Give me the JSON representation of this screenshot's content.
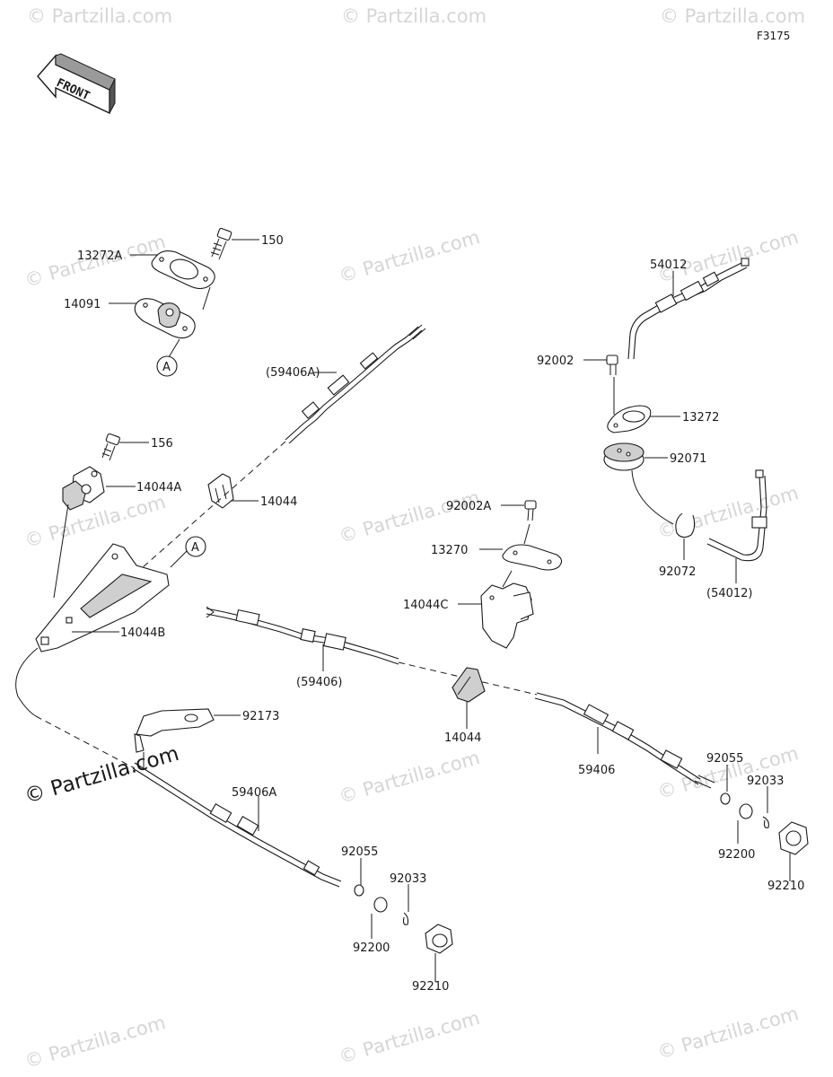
{
  "figure_code": "F3175",
  "front_label": "FRONT",
  "watermark": "© Partzilla.com",
  "callouts": {
    "ref_a_top": "A",
    "ref_a_bracket": "A"
  },
  "parts": {
    "p150": "150",
    "p13272A": "13272A",
    "p14091": "14091",
    "p59406A_paren": "(59406A)",
    "p156": "156",
    "p14044A": "14044A",
    "p14044_top": "14044",
    "p14044B": "14044B",
    "p54012": "54012",
    "p92002": "92002",
    "p13272": "13272",
    "p92071": "92071",
    "p92072": "92072",
    "p54012_paren": "(54012)",
    "p92002A": "92002A",
    "p13270": "13270",
    "p14044C": "14044C",
    "p59406_paren": "(59406)",
    "p14044_mid": "14044",
    "p59406": "59406",
    "p92173": "92173",
    "p59406A": "59406A",
    "p92055_left": "92055",
    "p92033_left": "92033",
    "p92200_left": "92200",
    "p92210_left": "92210",
    "p92055_right": "92055",
    "p92033_right": "92033",
    "p92200_right": "92200",
    "p92210_right": "92210"
  }
}
